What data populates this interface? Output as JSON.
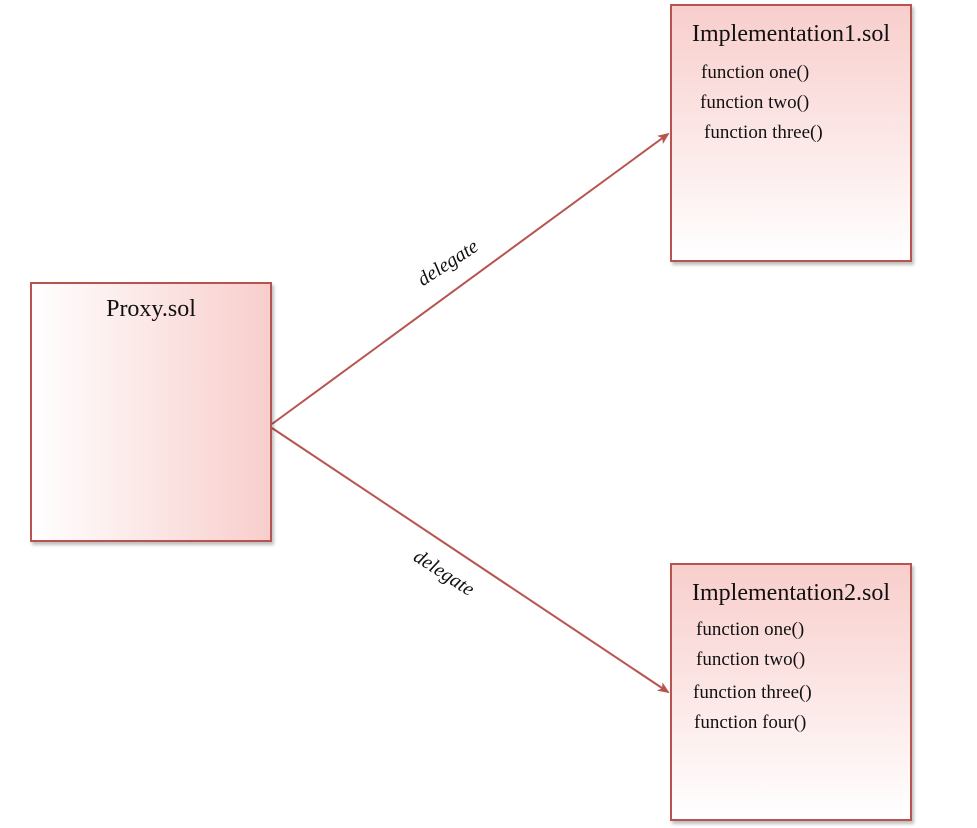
{
  "diagram": {
    "nodes": {
      "proxy": {
        "title": "Proxy.sol",
        "functions": []
      },
      "impl1": {
        "title": "Implementation1.sol",
        "functions": [
          "function one()",
          "function two()",
          "function three()"
        ]
      },
      "impl2": {
        "title": "Implementation2.sol",
        "functions": [
          "function one()",
          "function two()",
          "function three()",
          "function four()"
        ]
      }
    },
    "edges": [
      {
        "from": "proxy",
        "to": "impl1",
        "label": "delegate"
      },
      {
        "from": "proxy",
        "to": "impl2",
        "label": "delegate"
      }
    ],
    "colors": {
      "stroke": "#b85450",
      "fill": "#f8cecc"
    }
  }
}
